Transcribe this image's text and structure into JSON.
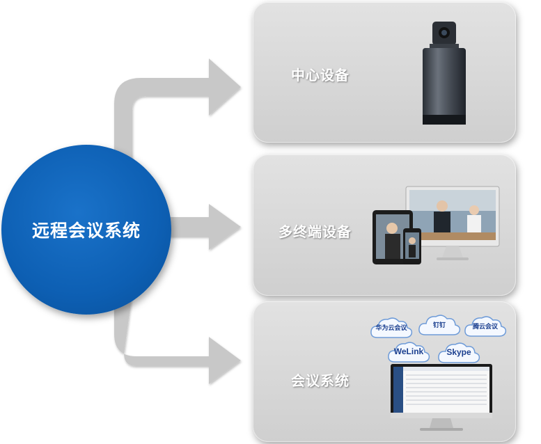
{
  "center": {
    "label": "远程会议系统"
  },
  "panels": [
    {
      "label": "中心设备"
    },
    {
      "label": "多终端设备"
    },
    {
      "label": "会议系统"
    }
  ],
  "clouds": [
    {
      "label": "华为云会议"
    },
    {
      "label": "钉钉"
    },
    {
      "label": "腾云会议"
    },
    {
      "label": "WeLink"
    },
    {
      "label": "Skype"
    }
  ],
  "colors": {
    "circle": "#0d5fb3",
    "arrow": "#c8c8c8",
    "panel": "#d6d6d6",
    "cloud_fill": "#f4f8ff",
    "cloud_text": "#1b3f8f"
  }
}
